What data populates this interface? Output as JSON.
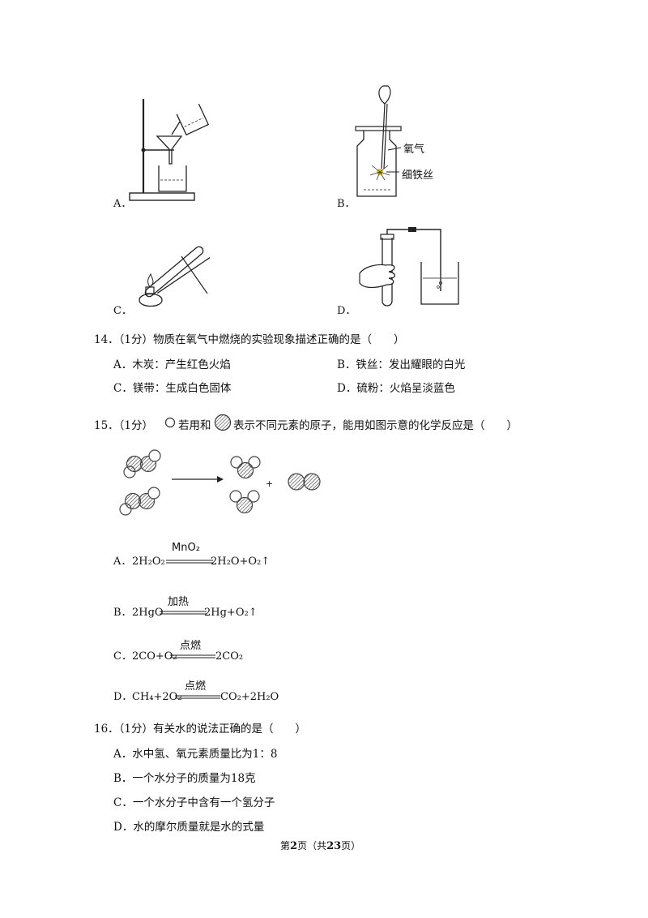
{
  "q13": {
    "options": {
      "a": "A．",
      "b": "B．",
      "c": "C．",
      "d": "D．"
    },
    "figure_b_labels": {
      "oxygen": "氧气",
      "iron_wire": "细铁丝"
    }
  },
  "q14": {
    "stem": "14．（1分）物质在氧气中燃烧的实验现象描述正确的是（　　）",
    "options": [
      "A．木炭：产生红色火焰",
      "B．铁丝：发出耀眼的白光",
      "C．镁带：生成白色固体",
      "D．硫粉：火焰呈淡蓝色"
    ]
  },
  "q15": {
    "stem_prefix": "15．（1分）",
    "stem_part1": "若用和",
    "stem_part2": "表示不同元素的原子，能用如图示意的化学反应是（　　）",
    "plus": "+",
    "options": [
      {
        "label": "A．",
        "left": "2H₂O₂",
        "condition": "MnO₂",
        "right": "2H₂O+O₂↑"
      },
      {
        "label": "B．",
        "left": "2HgO",
        "condition": "加热",
        "right": "2Hg+O₂↑"
      },
      {
        "label": "C．",
        "left": "2CO+O₂",
        "condition": "点燃",
        "right": "2CO₂"
      },
      {
        "label": "D．",
        "left": "CH₄+2O₂",
        "condition": "点燃",
        "right": "CO₂+2H₂O"
      }
    ]
  },
  "q16": {
    "stem": "16．（1分）有关水的说法正确的是（　　）",
    "options": [
      "A．水中氢、氧元素质量比为1：8",
      "B．一个水分子的质量为18克",
      "C．一个水分子中含有一个氢分子",
      "D．水的摩尔质量就是水的式量"
    ]
  },
  "footer": {
    "pre": "第",
    "page": "2",
    "mid": "页（共",
    "total": "23",
    "post": "页）"
  }
}
